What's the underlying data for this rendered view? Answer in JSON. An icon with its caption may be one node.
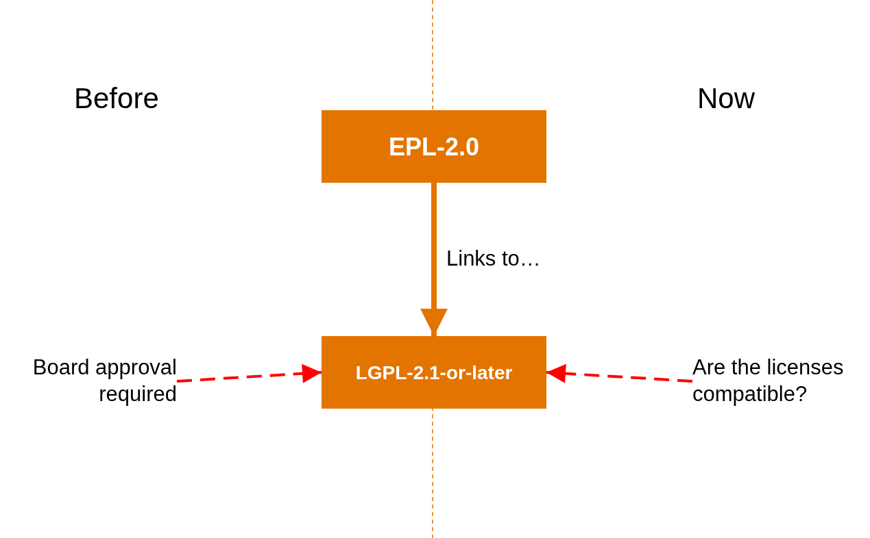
{
  "diagram": {
    "nodes": [
      {
        "text": [
          "EPL-2.0"
        ]
      },
      {
        "text": [
          "LGPL-2.1-or-later"
        ]
      },
      {
        "text": [
          "Board approval required"
        ]
      },
      {
        "text": [
          "Are the licenses compatible?"
        ]
      }
    ],
    "edges": [
      {
        "from": 0,
        "to": 1,
        "arrow": "to",
        "label": "Links to…",
        "style": "thick",
        "color": "#e37400"
      },
      {
        "from": 2,
        "to": 1,
        "arrow": "to",
        "style": "dashed"
      },
      {
        "from": 3,
        "to": 1,
        "arrow": "to",
        "style": "dashed"
      }
    ],
    "labels": [
      "Before",
      "Now"
    ]
  }
}
